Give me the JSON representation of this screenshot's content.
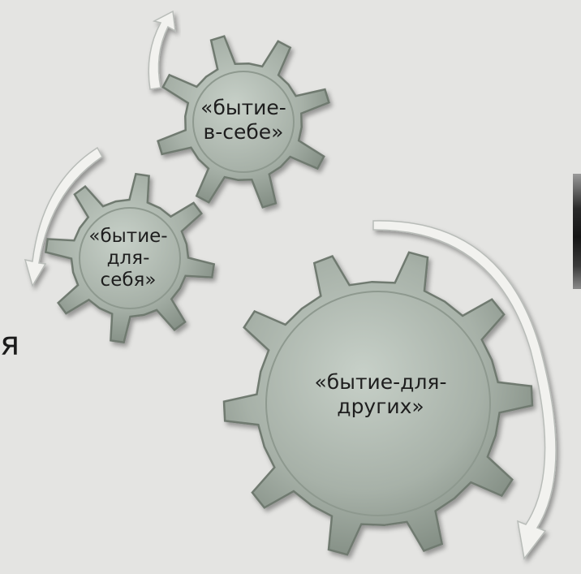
{
  "gears": [
    {
      "id": "gear-top",
      "label": "«бытие-\nв-себе»"
    },
    {
      "id": "gear-left",
      "label": "«бытие-\nдля-\nсебя»"
    },
    {
      "id": "gear-big",
      "label": "«бытие-для-\nдругих»"
    }
  ],
  "edge_text": "я",
  "colors": {
    "background": "#e4e4e2",
    "gear_fill": "#a5b0a6",
    "gear_edge": "#6f7a70",
    "arrow_fill": "#f2f2ef",
    "arrow_stroke": "#b8bcb8",
    "text": "#1e1e1e"
  }
}
